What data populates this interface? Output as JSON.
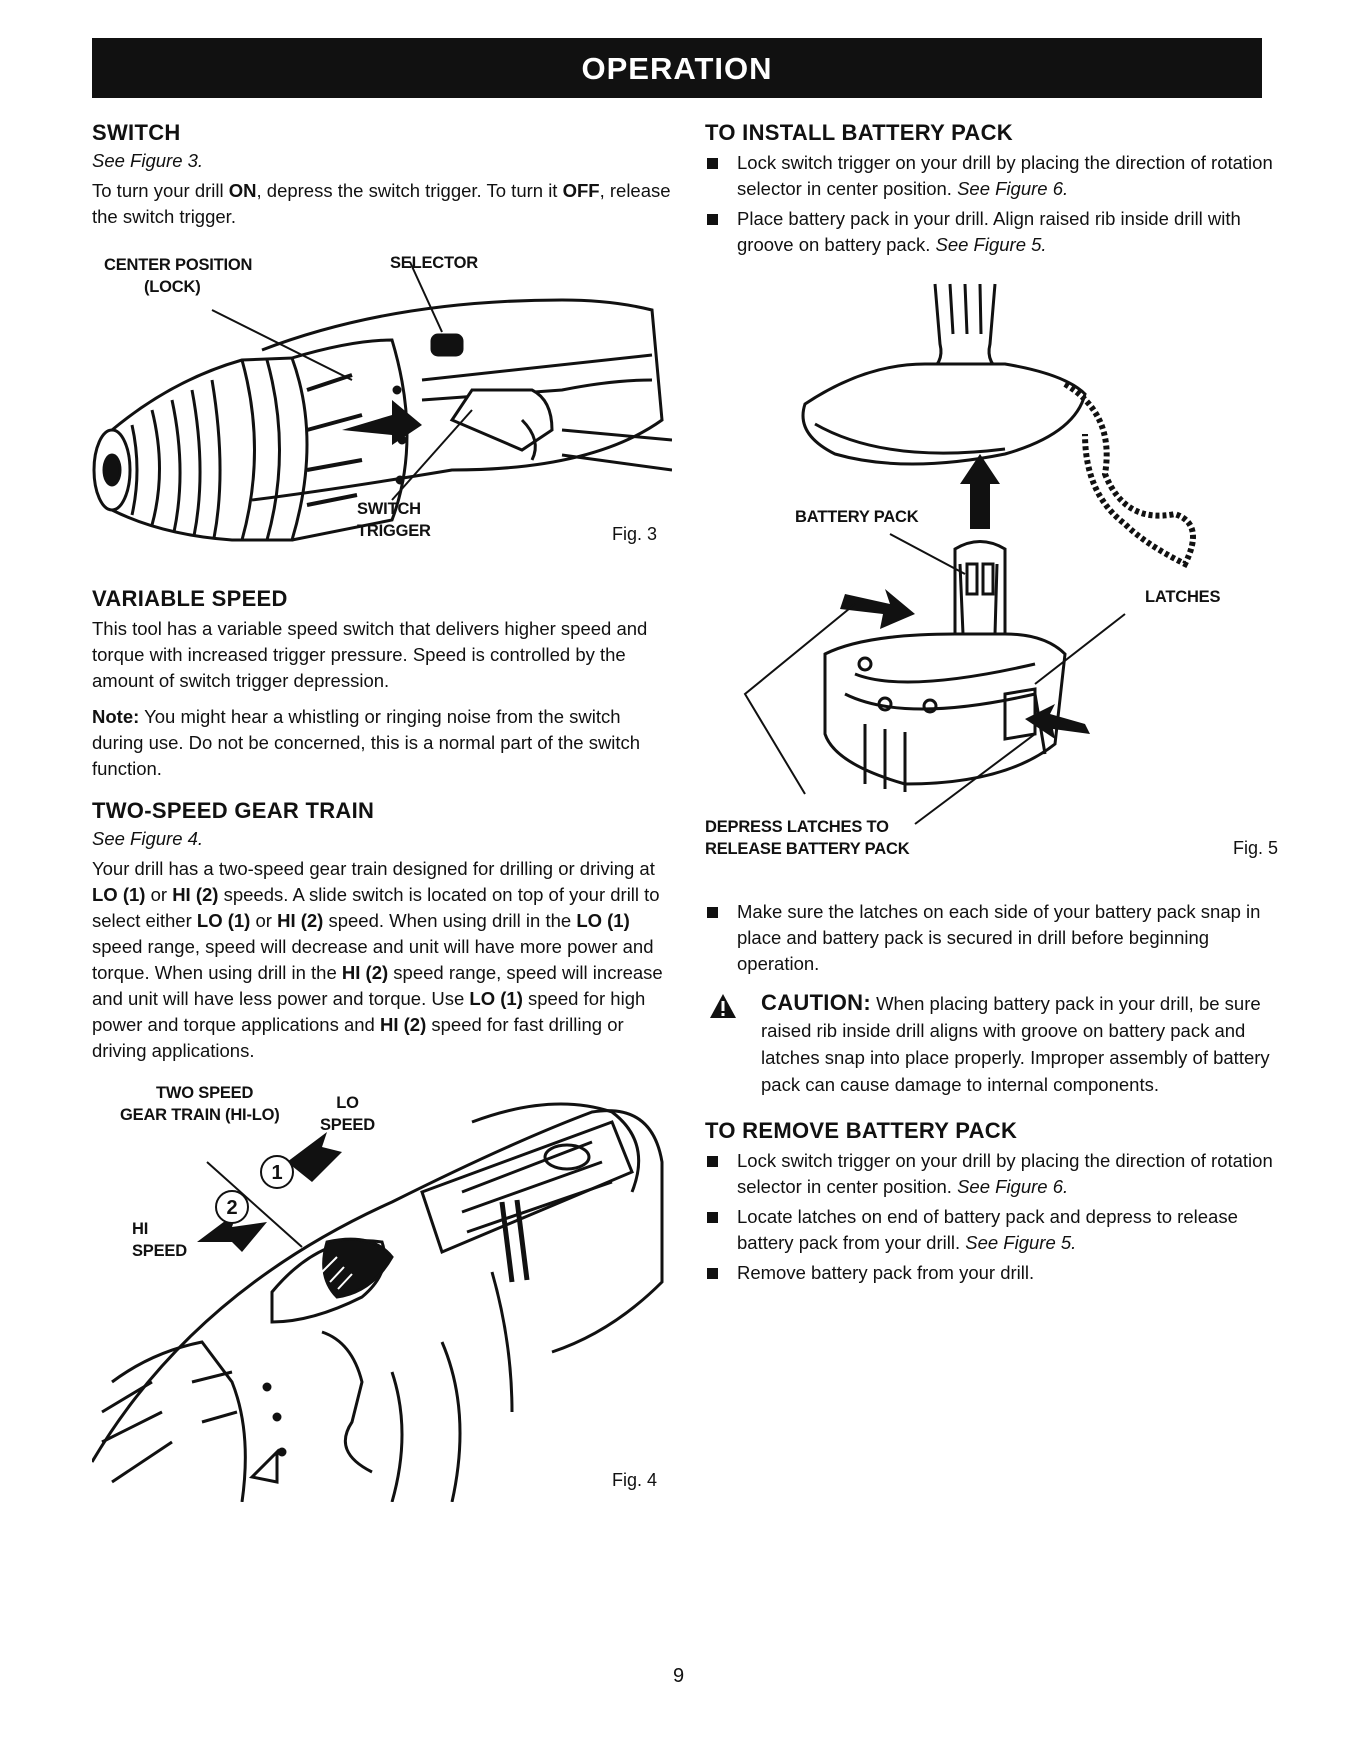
{
  "header": {
    "title": "OPERATION"
  },
  "switch": {
    "heading": "SWITCH",
    "see": "See Figure 3.",
    "text_1": "To turn your drill ",
    "on": "ON",
    "text_2": ", depress the switch trigger. To turn it ",
    "off": "OFF",
    "text_3": ", release the switch trigger."
  },
  "fig3": {
    "label_center_line1": "CENTER POSITION",
    "label_center_line2": "(LOCK)",
    "label_selector": "SELECTOR",
    "label_switch_line1": "SWITCH",
    "label_switch_line2": "TRIGGER",
    "number": "Fig. 3"
  },
  "variable_speed": {
    "heading": "VARIABLE SPEED",
    "text": "This tool has a variable speed switch that delivers higher speed and torque with increased trigger pressure. Speed is controlled by the amount of switch trigger depression.",
    "note_label": "Note:",
    "note_text": " You might hear a whistling or ringing noise from the switch during use. Do not be concerned, this is a normal part of the switch function."
  },
  "two_speed": {
    "heading": "TWO-SPEED GEAR TRAIN",
    "see": "See Figure 4.",
    "t1": "Your drill has a two-speed gear train designed for drilling or driving at ",
    "lo1": "LO (1)",
    "t2": " or ",
    "hi1": "HI (2)",
    "t3": " speeds. A slide switch is located on top of your drill to select either ",
    "lo2": "LO (1)",
    "t4": " or ",
    "hi2": "HI (2)",
    "t5": " speed. When using drill in the ",
    "lo3": "LO (1)",
    "t6": " speed range, speed will decrease and unit will have more power and torque. When using drill in the ",
    "hi3": "HI (2)",
    "t7": " speed range, speed will increase and unit will have less power and torque. Use ",
    "lo4": "LO (1)",
    "t8": " speed for high power and torque applications and ",
    "hi4": "HI (2)",
    "t9": " speed for fast drilling or driving applications."
  },
  "fig4": {
    "label_gear_line1": "TWO SPEED",
    "label_gear_line2": "GEAR TRAIN (HI-LO)",
    "label_lo_line1": "LO",
    "label_lo_line2": "SPEED",
    "label_hi_line1": "HI",
    "label_hi_line2": "SPEED",
    "circle_1": "1",
    "circle_2": "2",
    "number": "Fig. 4"
  },
  "install": {
    "heading": "TO INSTALL BATTERY PACK",
    "b1_text": "Lock switch trigger on your drill by placing the direction of rotation selector in center position. ",
    "b1_see": "See Figure 6.",
    "b2_text": "Place battery pack in your drill. Align raised rib inside drill with groove on battery pack. ",
    "b2_see": "See Figure 5."
  },
  "fig5": {
    "label_battery": "BATTERY PACK",
    "label_latches": "LATCHES",
    "label_depress_line1": "DEPRESS LATCHES TO",
    "label_depress_line2": "RELEASE BATTERY PACK",
    "number": "Fig. 5"
  },
  "after_fig5": {
    "b1": "Make sure the latches on each side of your battery pack snap in place and battery pack is secured in drill before beginning operation."
  },
  "caution": {
    "title": "CAUTION:",
    "text": " When placing battery pack in your drill, be sure raised rib inside drill aligns with groove on battery pack and latches snap into place properly. Improper assembly of battery pack can cause damage to internal components."
  },
  "remove": {
    "heading": "TO REMOVE BATTERY PACK",
    "b1_text": "Lock switch trigger on your drill by placing the direction of rotation selector in center position. ",
    "b1_see": "See Figure 6.",
    "b2_text": "Locate latches on end of battery pack and depress to release battery pack from your drill. ",
    "b2_see": "See Figure 5.",
    "b3_text": "Remove battery pack from your drill."
  },
  "footer": {
    "page_number": "9"
  }
}
